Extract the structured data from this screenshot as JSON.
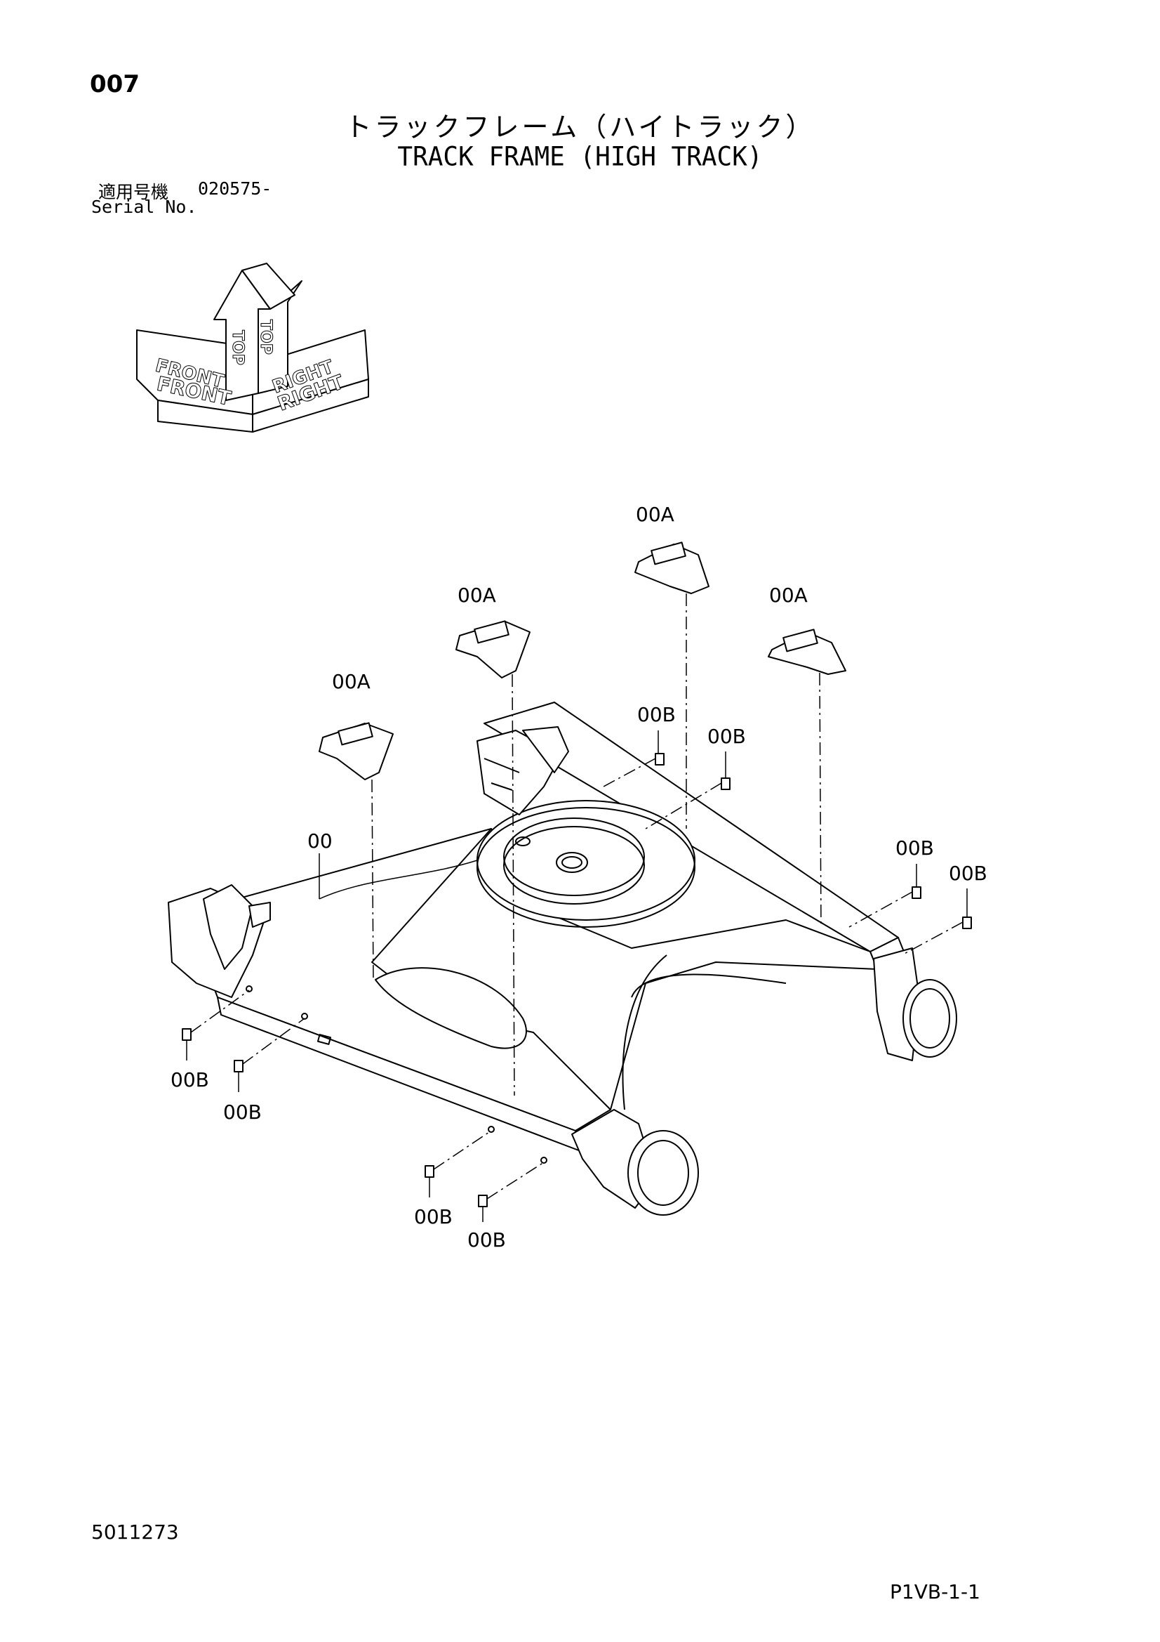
{
  "header": {
    "page_number": "007",
    "title_jp": "トラックフレーム（ハイトラック）",
    "title_en": "TRACK FRAME (HIGH TRACK)",
    "serial_label_jp": "適用号機",
    "serial_value": "020575-",
    "serial_label_en": "Serial No."
  },
  "orientation": {
    "top": "TOP",
    "front": "FRONT",
    "right": "RIGHT"
  },
  "callouts": {
    "frame": "00",
    "pad": "00A",
    "plug": "00B"
  },
  "footer": {
    "doc_number": "5011273",
    "sheet_id": "P1VB-1-1"
  }
}
